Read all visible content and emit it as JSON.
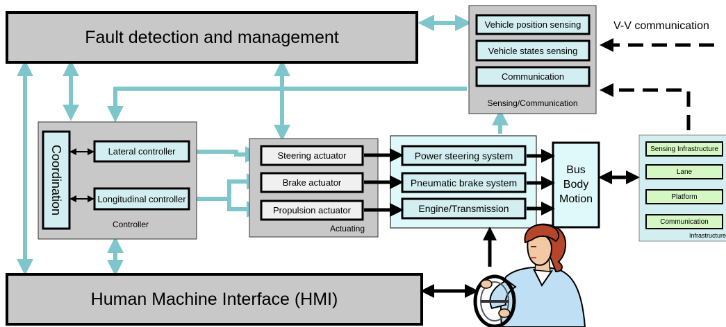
{
  "fault": {
    "title": "Fault detection and management"
  },
  "hmi": {
    "title": "Human Machine Interface (HMI)"
  },
  "sensing": {
    "items": [
      "Vehicle position sensing",
      "Vehicle states sensing",
      "Communication"
    ],
    "caption": "Sensing/Communication"
  },
  "vv": {
    "label": "V-V communication"
  },
  "controller": {
    "coordination": "Coordination",
    "lateral": "Lateral controller",
    "longitudinal": "Longitudinal controller",
    "caption": "Controller"
  },
  "actuating": {
    "items": [
      "Steering actuator",
      "Brake actuator",
      "Propulsion actuator"
    ],
    "caption": "Actuating"
  },
  "systems": {
    "items": [
      "Power steering system",
      "Pneumatic brake system",
      "Engine/Transmission"
    ]
  },
  "bus": {
    "line1": "Bus",
    "line2": "Body",
    "line3": "Motion"
  },
  "infrastructure": {
    "items": [
      "Sensing Infrastructure",
      "Lane",
      "Platform",
      "Communication"
    ],
    "caption": "Infrastructure"
  },
  "colors": {
    "gray_box": "#c8c8c8",
    "cyan_fill": "#d2eef0",
    "light_cyan": "#dff8fa",
    "teal_arrow": "#7fc6cc",
    "green_fill": "#d4f7c4",
    "dark": "#000000"
  }
}
